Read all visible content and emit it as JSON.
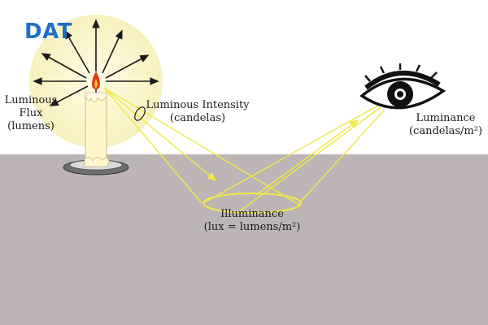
{
  "brand": {
    "logo_text": "DAT"
  },
  "labels": {
    "luminous_flux": {
      "line1": "Luminous",
      "line2": "Flux",
      "line3": "(lumens)"
    },
    "luminous_intensity": {
      "line1": "Luminous Intensity",
      "line2": "(candelas)"
    },
    "illuminance": {
      "line1": "Illuminance",
      "line2": "(lux = lumens/m²)"
    },
    "luminance": {
      "line1": "Luminance",
      "line2": "(candelas/m²)"
    }
  },
  "colors": {
    "wall": "#ffffff",
    "floor": "#bdb5b5",
    "glow": "#f7f1bf",
    "beam": "#f1e84a",
    "arrow": "#1a1a1a",
    "logo": "#1f6fc5",
    "flame": "#e03a12"
  },
  "icons": [
    "candle-icon",
    "eye-icon",
    "flame-icon"
  ]
}
